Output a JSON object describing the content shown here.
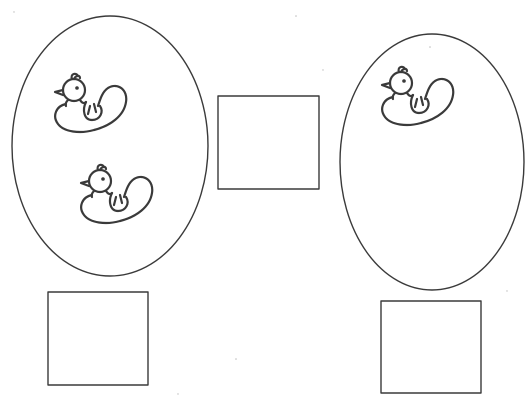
{
  "worksheet": {
    "groups": [
      {
        "name": "left-group",
        "duck_count": 2
      },
      {
        "name": "right-group",
        "duck_count": 1
      }
    ],
    "answer_boxes": [
      {
        "name": "left-count-box",
        "value": ""
      },
      {
        "name": "middle-comparison-box",
        "value": ""
      },
      {
        "name": "right-count-box",
        "value": ""
      }
    ],
    "icon": "duck-icon",
    "colors": {
      "ink": "#3a3a3a",
      "paper": "#ffffff"
    }
  }
}
